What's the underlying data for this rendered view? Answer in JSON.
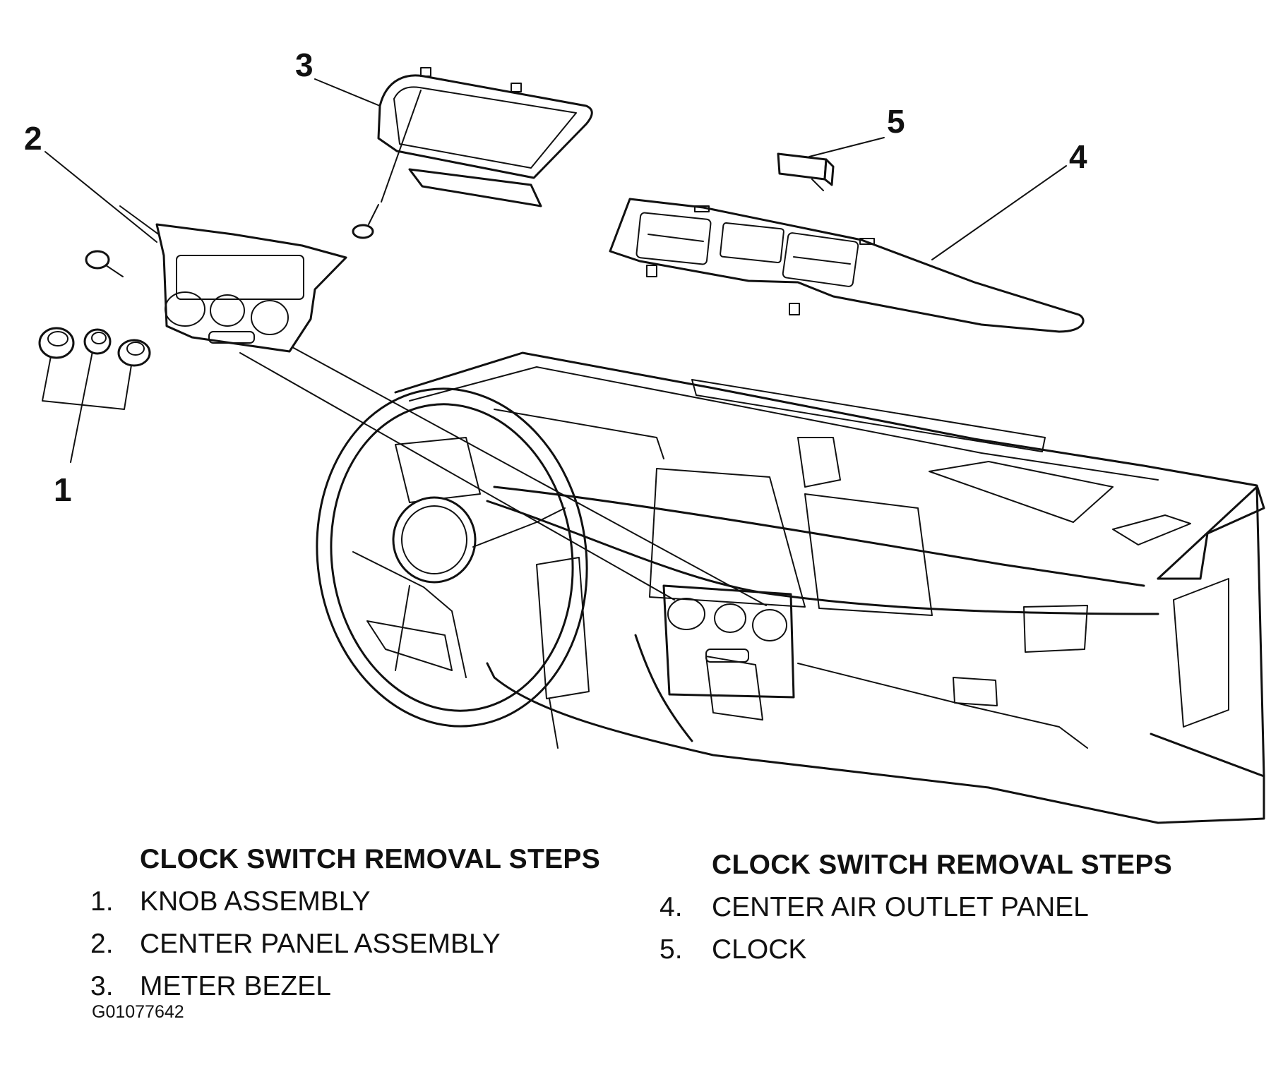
{
  "callouts": [
    "1",
    "2",
    "3",
    "4",
    "5"
  ],
  "left_list": {
    "heading": "CLOCK SWITCH REMOVAL STEPS",
    "items": [
      {
        "num": "1.",
        "label": "KNOB ASSEMBLY"
      },
      {
        "num": "2.",
        "label": "CENTER PANEL ASSEMBLY"
      },
      {
        "num": "3.",
        "label": "METER BEZEL"
      }
    ]
  },
  "right_list": {
    "heading": "CLOCK SWITCH REMOVAL STEPS",
    "items": [
      {
        "num": "4.",
        "label": "CENTER AIR OUTLET PANEL"
      },
      {
        "num": "5.",
        "label": "CLOCK"
      }
    ]
  },
  "figure_code": "G01077642"
}
